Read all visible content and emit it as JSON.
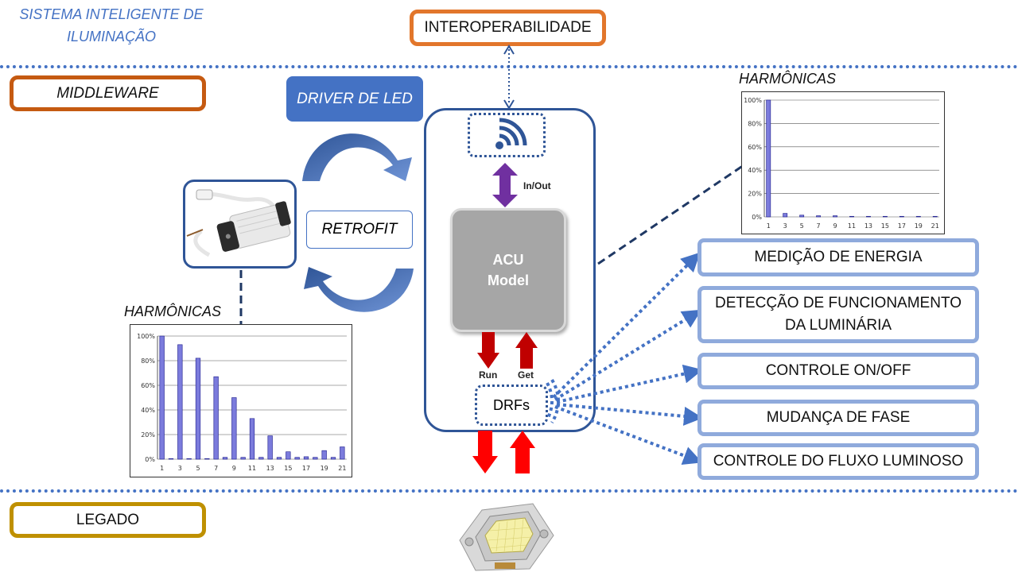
{
  "header": {
    "title": "SISTEMA INTELIGENTE DE ILUMINAÇÃO"
  },
  "layers": {
    "middleware": "MIDDLEWARE",
    "legacy": "LEGADO",
    "interoperability": "INTEROPERABILIDADE"
  },
  "driver": {
    "label": "DRIVER DE LED",
    "retrofit": "RETROFIT"
  },
  "acu": {
    "line1": "ACU",
    "line2": "Model",
    "io_label": "In/Out",
    "run_label": "Run",
    "get_label": "Get",
    "drfs_label": "DRFs"
  },
  "functions": [
    {
      "label": "MEDIÇÃO DE ENERGIA"
    },
    {
      "label": "DETECÇÃO DE FUNCIONAMENTO DA LUMINÁRIA"
    },
    {
      "label": "CONTROLE ON/OFF"
    },
    {
      "label": "MUDANÇA DE FASE"
    },
    {
      "label": "CONTROLE DO FLUXO  LUMINOSO"
    }
  ],
  "chart_data": [
    {
      "type": "bar",
      "title": "HARMÔNICAS",
      "categories": [
        1,
        2,
        3,
        4,
        5,
        6,
        7,
        8,
        9,
        10,
        11,
        12,
        13,
        14,
        15,
        16,
        17,
        18,
        19,
        20,
        21
      ],
      "x_tick_labels": [
        "1",
        "3",
        "5",
        "7",
        "9",
        "11",
        "13",
        "15",
        "17",
        "19",
        "21"
      ],
      "y_tick_labels": [
        "0%",
        "20%",
        "40%",
        "60%",
        "80%",
        "100%"
      ],
      "values": [
        100,
        0.5,
        93,
        0.5,
        82,
        0.5,
        67,
        1.5,
        50,
        1.5,
        33,
        1.5,
        19,
        1.5,
        6,
        1.5,
        2,
        1.5,
        7,
        1.5,
        10
      ],
      "ylim": [
        0,
        100
      ],
      "grid": true,
      "color": "#7b7bdc"
    },
    {
      "type": "bar",
      "title": "HARMÔNICAS",
      "categories": [
        1,
        2,
        3,
        4,
        5,
        6,
        7,
        8,
        9,
        10,
        11,
        12,
        13,
        14,
        15,
        16,
        17,
        18,
        19,
        20,
        21
      ],
      "x_tick_labels": [
        "1",
        "3",
        "5",
        "7",
        "9",
        "11",
        "13",
        "15",
        "17",
        "19",
        "21"
      ],
      "y_tick_labels": [
        "0%",
        "20%",
        "40%",
        "60%",
        "80%",
        "100%"
      ],
      "values": [
        100,
        0,
        3,
        0,
        1.5,
        0,
        1,
        0,
        1,
        0,
        0.5,
        0,
        0.5,
        0,
        0.5,
        0,
        0.5,
        0,
        0.5,
        0,
        0.5
      ],
      "ylim": [
        0,
        100
      ],
      "grid": true,
      "color": "#7b7bdc"
    }
  ],
  "colors": {
    "accent_blue": "#4472c4",
    "dark_blue": "#2f5597",
    "light_blue": "#8faadc",
    "orange": "#e2762b",
    "brown": "#c55a11",
    "gold": "#bf9000",
    "purple_arrow": "#7030a0",
    "dark_red_arrow": "#c00000",
    "red_arrow": "#ff0000"
  }
}
